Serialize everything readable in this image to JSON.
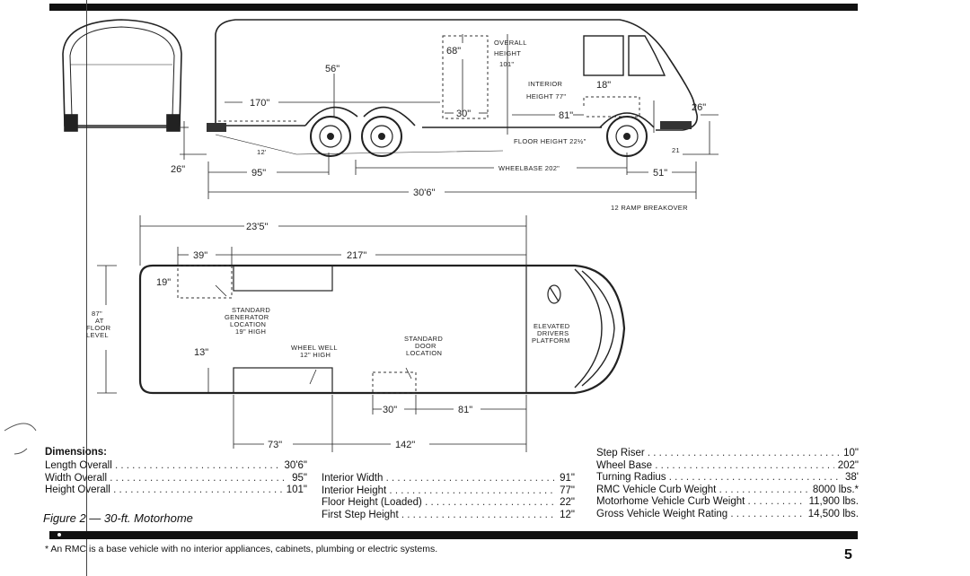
{
  "side_view": {
    "overall_height_label": "OVERALL",
    "height_word": "HEIGHT",
    "overall_height_value": "101\"",
    "interior_label": "INTERIOR",
    "interior_height_label": "HEIGHT 77\"",
    "dim_56": "56\"",
    "dim_68": "68\"",
    "dim_170": "170\"",
    "dim_30": "30\"",
    "dim_81": "81\"",
    "dim_18": "18\"",
    "dim_26_right": "26\"",
    "dim_26_left": "26\"",
    "dim_12_small": "12'",
    "floor_height": "FLOOR HEIGHT 22½\"",
    "dim_21": "21",
    "dim_95": "95\"",
    "wheelbase": "WHEELBASE 202\"",
    "dim_51": "51\"",
    "overall_length": "30'6\"",
    "ramp_breakover": "12  RAMP BREAKOVER"
  },
  "top_view": {
    "dim_23_5": "23'5\"",
    "dim_39": "39\"",
    "dim_217": "217\"",
    "dim_19": "19\"",
    "width_label": [
      "87\"",
      "AT",
      "FLOOR",
      "LEVEL"
    ],
    "generator_label": [
      "STANDARD",
      "GENERATOR",
      "LOCATION",
      "19\" HIGH"
    ],
    "wheel_well_label": [
      "WHEEL WELL",
      "12\" HIGH"
    ],
    "door_label": [
      "STANDARD",
      "DOOR",
      "LOCATION"
    ],
    "drivers_label": [
      "ELEVATED",
      "DRIVERS",
      "PLATFORM"
    ],
    "dim_13": "13\"",
    "dim_30": "30\"",
    "dim_81": "81\"",
    "dim_73": "73\"",
    "dim_142": "142\""
  },
  "dimensions_heading": "Dimensions:",
  "specs_left": [
    {
      "label": "Length Overall",
      "value": "30'6\""
    },
    {
      "label": "Width Overall",
      "value": "95\""
    },
    {
      "label": "Height Overall",
      "value": "101\""
    }
  ],
  "specs_middle": [
    {
      "label": "Interior Width",
      "value": "91\""
    },
    {
      "label": "Interior Height",
      "value": "77\""
    },
    {
      "label": "Floor Height (Loaded)",
      "value": "22\""
    },
    {
      "label": "First Step Height",
      "value": "12\""
    }
  ],
  "specs_right": [
    {
      "label": "Step Riser",
      "value": "10\""
    },
    {
      "label": "Wheel Base",
      "value": "202\""
    },
    {
      "label": "Turning Radius",
      "value": "38'"
    },
    {
      "label": "RMC Vehicle Curb Weight",
      "value": "8000 lbs.*"
    },
    {
      "label": "Motorhome Vehicle Curb Weight",
      "value": "11,900 lbs."
    },
    {
      "label": "Gross Vehicle Weight Rating",
      "value": "14,500 lbs."
    }
  ],
  "figure_caption": "Figure 2 — 30-ft. Motorhome",
  "footnote": "* An RMC is a base vehicle with no interior appliances, cabinets, plumbing or electric systems.",
  "page_number": "5"
}
